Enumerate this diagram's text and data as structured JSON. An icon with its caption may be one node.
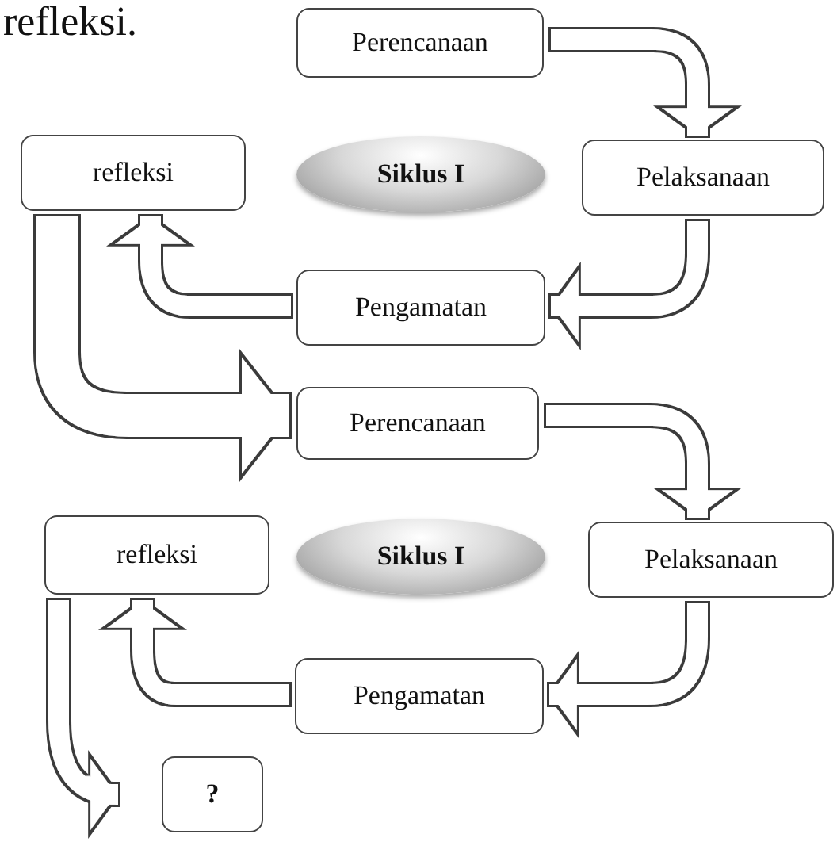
{
  "diagram": {
    "nodes": [
      {
        "text": [
          "Perencanaan"
        ]
      },
      {
        "text": [
          "refleksi"
        ]
      },
      {
        "text": [
          "Siklus I"
        ]
      },
      {
        "text": [
          "Pelaksanaan"
        ]
      },
      {
        "text": [
          "Pengamatan"
        ]
      },
      {
        "text": [
          "Perencanaan"
        ]
      },
      {
        "text": [
          "refleksi"
        ]
      },
      {
        "text": [
          "Siklus I"
        ]
      },
      {
        "text": [
          "Pelaksanaan"
        ]
      },
      {
        "text": [
          "Pengamatan"
        ]
      },
      {
        "text": [
          "?"
        ]
      }
    ],
    "edges": [
      {
        "from": 0,
        "to": 3,
        "arrow": "to"
      },
      {
        "from": 3,
        "to": 4,
        "arrow": "to"
      },
      {
        "from": 4,
        "to": 1,
        "arrow": "to"
      },
      {
        "from": 1,
        "to": 5,
        "arrow": "to",
        "style": "thick"
      },
      {
        "from": 5,
        "to": 8,
        "arrow": "to"
      },
      {
        "from": 8,
        "to": 9,
        "arrow": "to"
      },
      {
        "from": 9,
        "to": 6,
        "arrow": "to"
      },
      {
        "from": 6,
        "to": 10,
        "arrow": "to"
      }
    ],
    "labels": [
      "refleksi."
    ]
  }
}
